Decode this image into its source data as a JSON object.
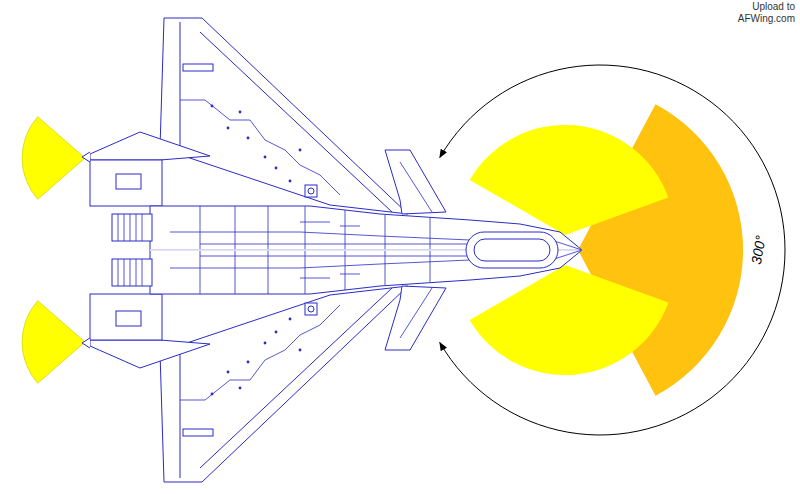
{
  "diagram": {
    "labels": [
      "300°",
      "Upload to",
      "AFWing.com"
    ]
  }
}
